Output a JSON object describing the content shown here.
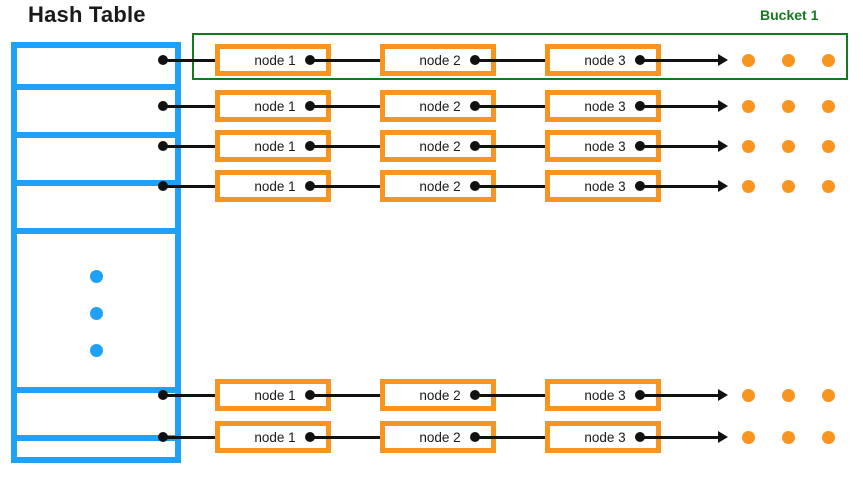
{
  "diagram": {
    "title": "Hash Table",
    "bucket_label": "Bucket 1",
    "colors": {
      "table_border": "#1ea1f7",
      "node_border": "#f79520",
      "bucket_outline": "#157a1e",
      "bucket_label_text": "#157a1e",
      "connector": "#111111",
      "ellipsis_dot": "#1ea1f7",
      "trailing_dot": "#f79520",
      "background": "#ffffff"
    },
    "hash_table": {
      "slot_count_visible": 6,
      "has_ellipsis_slot": true,
      "ellipsis_dot_count": 3,
      "slots": [
        {
          "id": "slot-0",
          "has_chain": true,
          "is_ellipsis": false
        },
        {
          "id": "slot-1",
          "has_chain": true,
          "is_ellipsis": false
        },
        {
          "id": "slot-2",
          "has_chain": true,
          "is_ellipsis": false
        },
        {
          "id": "slot-3",
          "has_chain": true,
          "is_ellipsis": false
        },
        {
          "id": "slot-ellipsis",
          "has_chain": false,
          "is_ellipsis": true
        },
        {
          "id": "slot-n1",
          "has_chain": true,
          "is_ellipsis": false
        },
        {
          "id": "slot-n2",
          "has_chain": true,
          "is_ellipsis": false
        }
      ]
    },
    "chains": [
      {
        "row": 0,
        "highlighted": true,
        "nodes": [
          "node 1",
          "node 2",
          "node 3"
        ],
        "trailing_dots": 3
      },
      {
        "row": 1,
        "highlighted": false,
        "nodes": [
          "node 1",
          "node 2",
          "node 3"
        ],
        "trailing_dots": 3
      },
      {
        "row": 2,
        "highlighted": false,
        "nodes": [
          "node 1",
          "node 2",
          "node 3"
        ],
        "trailing_dots": 3
      },
      {
        "row": 3,
        "highlighted": false,
        "nodes": [
          "node 1",
          "node 2",
          "node 3"
        ],
        "trailing_dots": 3
      },
      {
        "row": 4,
        "highlighted": false,
        "nodes": [
          "node 1",
          "node 2",
          "node 3"
        ],
        "trailing_dots": 3
      },
      {
        "row": 5,
        "highlighted": false,
        "nodes": [
          "node 1",
          "node 2",
          "node 3"
        ],
        "trailing_dots": 3
      }
    ]
  }
}
